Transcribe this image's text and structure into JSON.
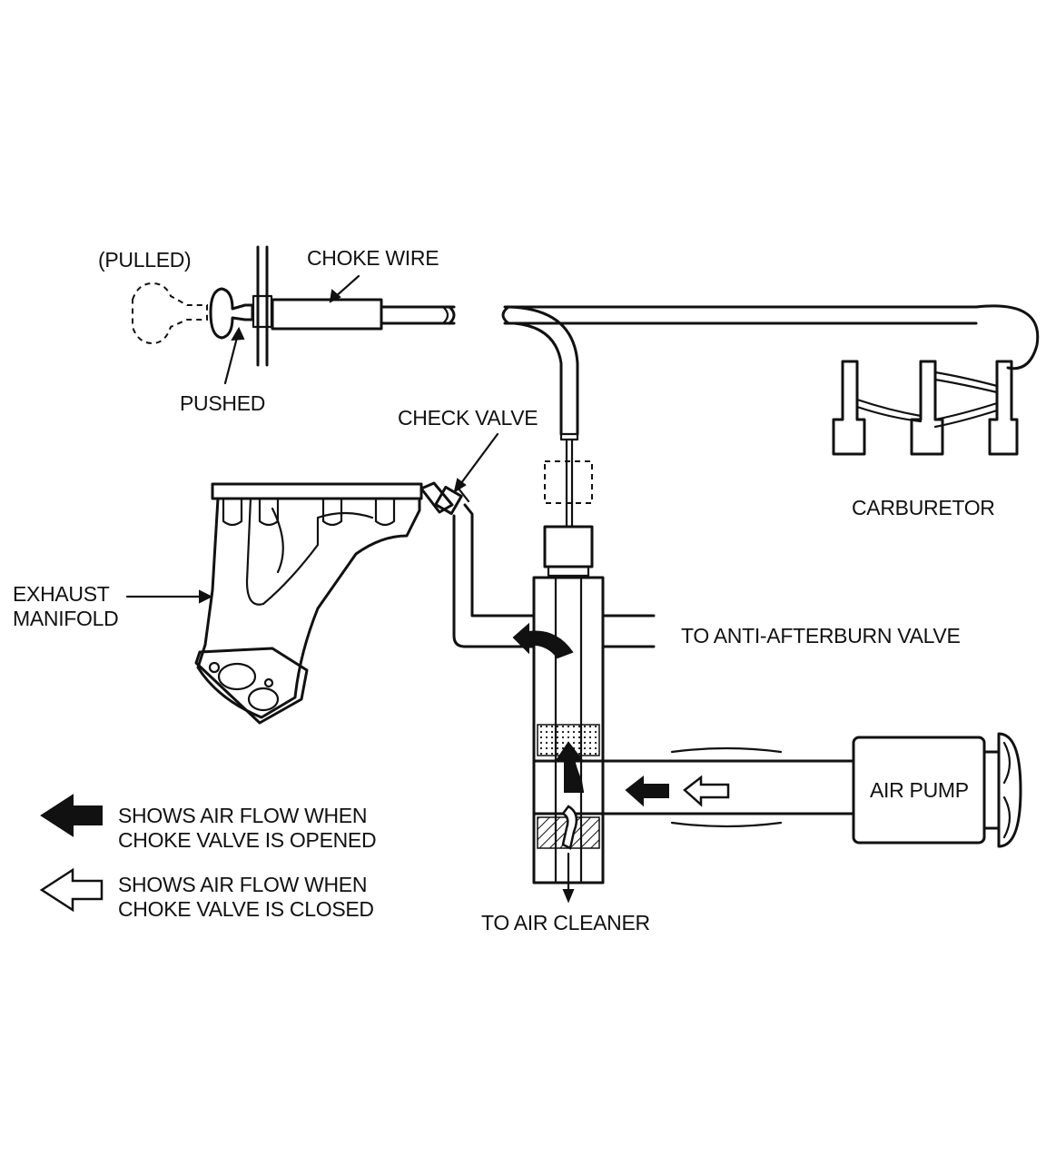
{
  "labels": {
    "pulled": "(PULLED)",
    "choke_wire": "CHOKE WIRE",
    "pushed": "PUSHED",
    "check_valve": "CHECK VALVE",
    "carburetor": "CARBURETOR",
    "exhaust_manifold_line1": "EXHAUST",
    "exhaust_manifold_line2": "MANIFOLD",
    "to_anti_afterburn_valve": "TO ANTI-AFTERBURN VALVE",
    "air_pump": "AIR PUMP",
    "to_air_cleaner": "TO AIR CLEANER"
  },
  "legend": {
    "opened_line1": "SHOWS AIR FLOW WHEN",
    "opened_line2": "CHOKE VALVE IS OPENED",
    "closed_line1": "SHOWS AIR FLOW WHEN",
    "closed_line2": "CHOKE VALVE IS CLOSED",
    "opened_icon": "solid-arrow-left-icon",
    "closed_icon": "hollow-arrow-left-icon"
  }
}
